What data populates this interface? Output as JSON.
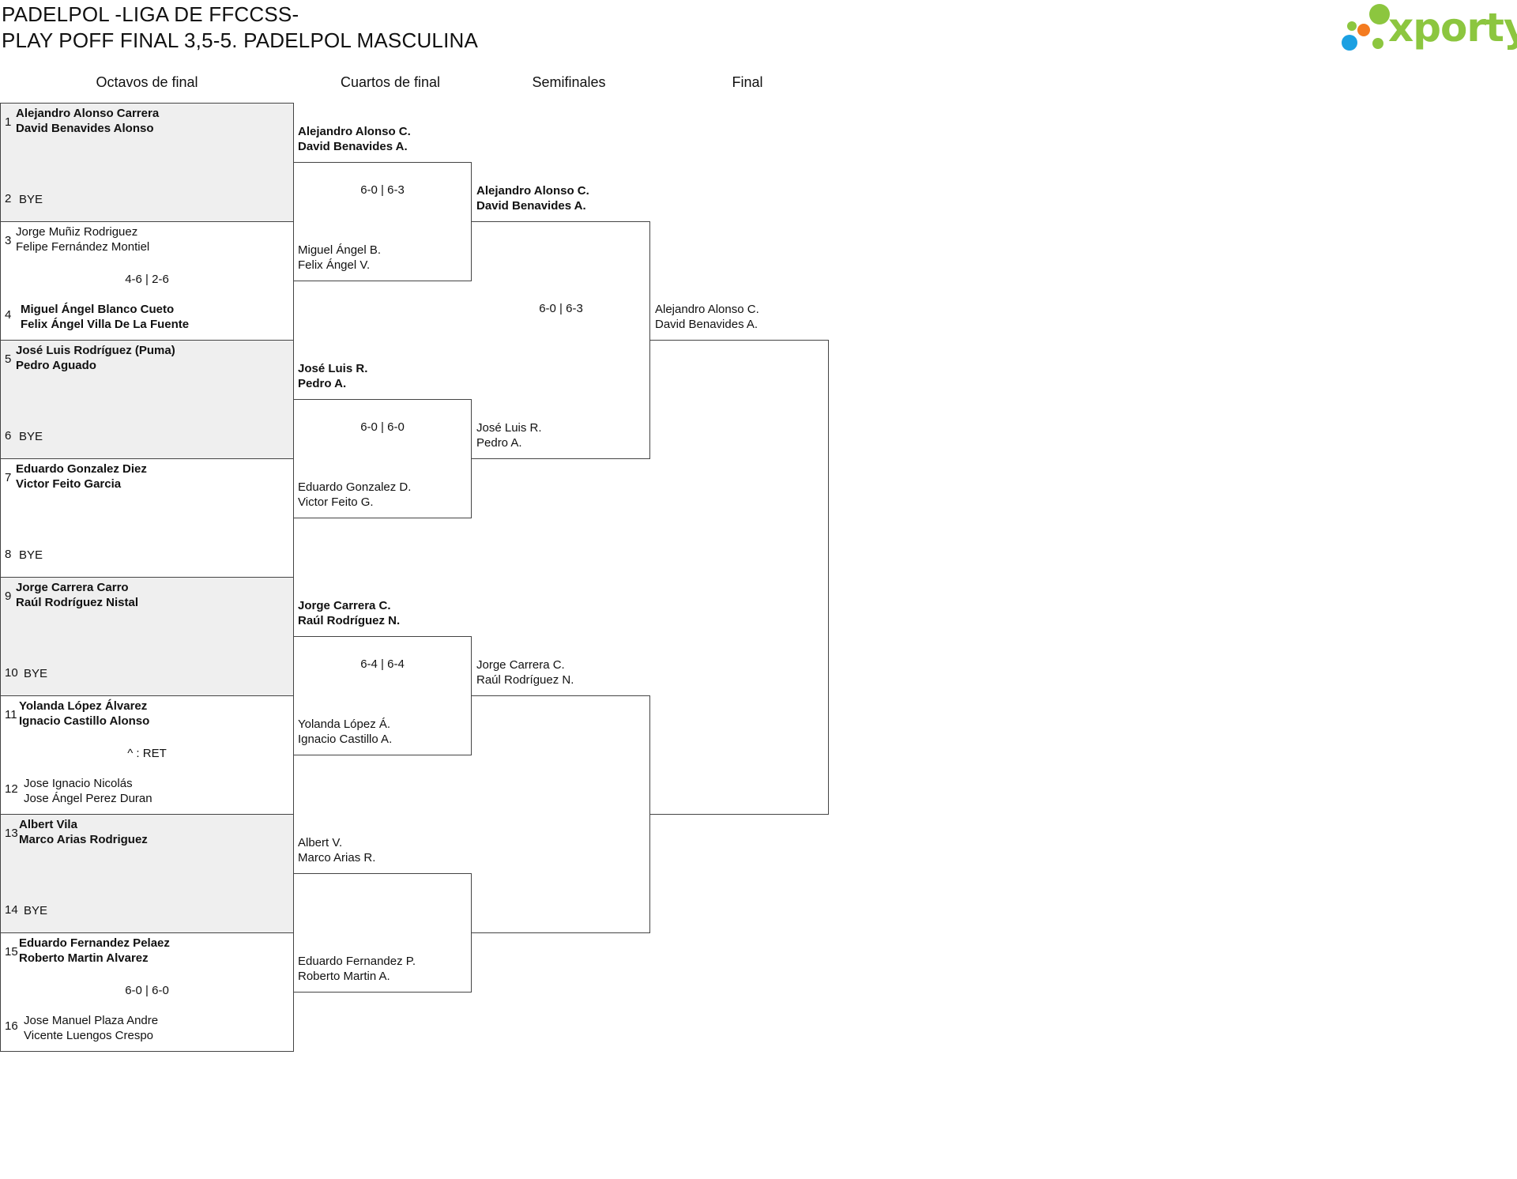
{
  "title": {
    "line1": "PADELPOL -LIGA DE FFCCSS-",
    "line2": "PLAY POFF FINAL 3,5-5. PADELPOL MASCULINA"
  },
  "logo": {
    "text": "xporty",
    "colors": {
      "green": "#8cc63f",
      "orange": "#f47b20",
      "blue": "#1ba0e2"
    }
  },
  "rounds": [
    "Octavos de final",
    "Cuartos de final",
    "Semifinales",
    "Final"
  ],
  "octavos": [
    {
      "top": {
        "seed": "1",
        "names": [
          "Alejandro Alonso Carrera",
          "David Benavides Alonso"
        ],
        "winner": true
      },
      "bottom": {
        "seed": "2",
        "names": [
          "BYE"
        ],
        "winner": false
      },
      "score": "",
      "shaded": true
    },
    {
      "top": {
        "seed": "3",
        "names": [
          "Jorge Muñiz Rodriguez",
          "Felipe Fernández Montiel"
        ],
        "winner": false
      },
      "bottom": {
        "seed": "4",
        "names": [
          "Miguel Ángel Blanco Cueto",
          "Felix Ángel Villa De La Fuente"
        ],
        "winner": true
      },
      "score": "4-6 | 2-6",
      "shaded": false
    },
    {
      "top": {
        "seed": "5",
        "names": [
          "José Luis Rodríguez (Puma)",
          "Pedro Aguado"
        ],
        "winner": true
      },
      "bottom": {
        "seed": "6",
        "names": [
          "BYE"
        ],
        "winner": false
      },
      "score": "",
      "shaded": true
    },
    {
      "top": {
        "seed": "7",
        "names": [
          "Eduardo Gonzalez Diez",
          "Victor Feito Garcia"
        ],
        "winner": true
      },
      "bottom": {
        "seed": "8",
        "names": [
          "BYE"
        ],
        "winner": false
      },
      "score": "",
      "shaded": false
    },
    {
      "top": {
        "seed": "9",
        "names": [
          "Jorge Carrera Carro",
          "Raúl Rodríguez Nistal"
        ],
        "winner": true
      },
      "bottom": {
        "seed": "10",
        "names": [
          "BYE"
        ],
        "winner": false
      },
      "score": "",
      "shaded": true
    },
    {
      "top": {
        "seed": "11",
        "names": [
          "Yolanda López Álvarez",
          "Ignacio Castillo Alonso"
        ],
        "winner": true
      },
      "bottom": {
        "seed": "12",
        "names": [
          "Jose Ignacio Nicolás",
          "Jose Ángel Perez Duran"
        ],
        "winner": false
      },
      "score": "^ : RET",
      "shaded": false
    },
    {
      "top": {
        "seed": "13",
        "names": [
          "Albert Vila",
          "Marco Arias Rodriguez"
        ],
        "winner": true
      },
      "bottom": {
        "seed": "14",
        "names": [
          "BYE"
        ],
        "winner": false
      },
      "score": "",
      "shaded": true
    },
    {
      "top": {
        "seed": "15",
        "names": [
          "Eduardo Fernandez Pelaez",
          "Roberto Martin Alvarez"
        ],
        "winner": true
      },
      "bottom": {
        "seed": "16",
        "names": [
          "Jose Manuel Plaza Andre",
          "Vicente Luengos Crespo"
        ],
        "winner": false
      },
      "score": "6-0 | 6-0",
      "shaded": false
    }
  ],
  "cuartos": [
    {
      "top": {
        "names": [
          "Alejandro Alonso C.",
          "David Benavides A."
        ],
        "winner": true
      },
      "bottom": {
        "names": [
          "Miguel Ángel B.",
          "Felix Ángel V."
        ],
        "winner": false
      },
      "score": "6-0 | 6-3"
    },
    {
      "top": {
        "names": [
          "José Luis R.",
          "Pedro A."
        ],
        "winner": true
      },
      "bottom": {
        "names": [
          "Eduardo Gonzalez D.",
          "Victor Feito G."
        ],
        "winner": false
      },
      "score": "6-0 | 6-0"
    },
    {
      "top": {
        "names": [
          "Jorge Carrera C.",
          "Raúl Rodríguez N."
        ],
        "winner": true
      },
      "bottom": {
        "names": [
          "Yolanda López Á.",
          "Ignacio Castillo A."
        ],
        "winner": false
      },
      "score": "6-4 | 6-4"
    },
    {
      "top": {
        "names": [
          "Albert V.",
          "Marco Arias R."
        ],
        "winner": false
      },
      "bottom": {
        "names": [
          "Eduardo Fernandez P.",
          "Roberto Martin A."
        ],
        "winner": false
      },
      "score": ""
    }
  ],
  "semis": [
    {
      "top": {
        "names": [
          "Alejandro Alonso C.",
          "David Benavides A."
        ],
        "winner": true
      },
      "bottom": {
        "names": [
          "José Luis R.",
          "Pedro A."
        ],
        "winner": false
      },
      "score": "6-0 | 6-3"
    },
    {
      "top": {
        "names": [
          "Jorge Carrera C.",
          "Raúl Rodríguez N."
        ],
        "winner": false
      },
      "bottom": {
        "names": [],
        "winner": false
      },
      "score": ""
    }
  ],
  "final": [
    {
      "top": {
        "names": [
          "Alejandro Alonso C.",
          "David Benavides A."
        ],
        "winner": false
      },
      "bottom": {
        "names": [],
        "winner": false
      },
      "score": ""
    }
  ]
}
